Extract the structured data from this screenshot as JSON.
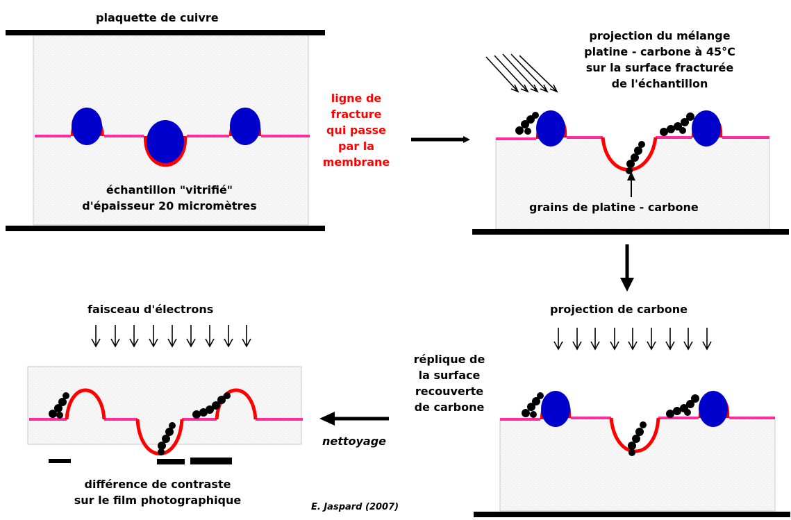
{
  "labels": {
    "top_plate": "plaquette de cuivre",
    "sample_line1": "échantillon \"vitrifié\"",
    "sample_line2": "d'épaisseur 20 micromètres",
    "fracture_line1": "ligne de",
    "fracture_line2": "fracture",
    "fracture_line3": "qui passe",
    "fracture_line4": "par la",
    "fracture_line5": "membrane",
    "projection_line1": "projection du mélange",
    "projection_line2": "platine - carbone à 45°C",
    "projection_line3": "sur la surface fracturée",
    "projection_line4": "de l'échantillon",
    "grains": "grains de platine - carbone",
    "carbon_projection": "projection de carbone",
    "replica_line1": "réplique de",
    "replica_line2": "la surface",
    "replica_line3": "recouverte",
    "replica_line4": "de carbone",
    "cleaning": "nettoyage",
    "electron_beam": "faisceau d'électrons",
    "contrast_line1": "différence de contraste",
    "contrast_line2": "sur le film photographique",
    "credit": "E. Jaspard (2007)"
  },
  "colors": {
    "membrane": "#ff2ca0",
    "protein": "#0000cc",
    "shadow": "#ff0000",
    "grains": "#000000",
    "sample_bg": "#f4f4f4",
    "fracture_text": "#ff0000"
  }
}
